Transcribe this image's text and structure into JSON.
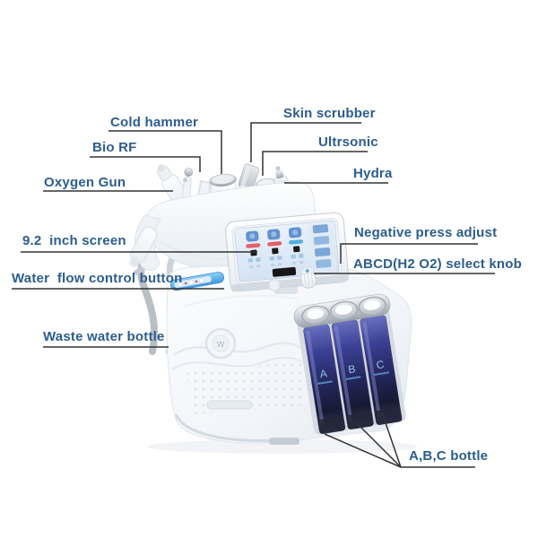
{
  "image": {
    "type": "annotated-product-diagram",
    "subject": "6-in-1 hydra facial beauty machine with labeled parts",
    "background_color": "#ffffff",
    "label_text_color": "#2b5d90",
    "callout_line_color": "#333333"
  },
  "labels": [
    {
      "id": "cold-hammer",
      "text": "Cold hammer"
    },
    {
      "id": "bio-rf",
      "text": "Bio RF"
    },
    {
      "id": "oxygen-gun",
      "text": "Oxygen Gun"
    },
    {
      "id": "skin-scrubber",
      "text": "Skin scrubber"
    },
    {
      "id": "ultrsonic",
      "text": "Ultrsonic"
    },
    {
      "id": "hydra",
      "text": "Hydra"
    },
    {
      "id": "screen-9-2-inch",
      "text": "9.2  inch screen"
    },
    {
      "id": "negative-press",
      "text": "Negative press adjust"
    },
    {
      "id": "abcd-select-knob",
      "text": "ABCD(H2 O2) select knob"
    },
    {
      "id": "water-flow-button",
      "text": "Water  flow control button"
    },
    {
      "id": "waste-water-bottle",
      "text": "Waste water bottle"
    },
    {
      "id": "abc-bottle",
      "text": "A,B,C bottle"
    }
  ],
  "product": {
    "emblem_letter": "W",
    "bottles": [
      {
        "letter": "A"
      },
      {
        "letter": "B"
      },
      {
        "letter": "C"
      }
    ],
    "colors": {
      "bottle_glass": "#272b58",
      "screen_bars": [
        "#e2606a",
        "#e2606a",
        "#4fb0e0"
      ],
      "water_flow_strip": "#56a8ea",
      "chrome": "#c9ced5"
    }
  }
}
